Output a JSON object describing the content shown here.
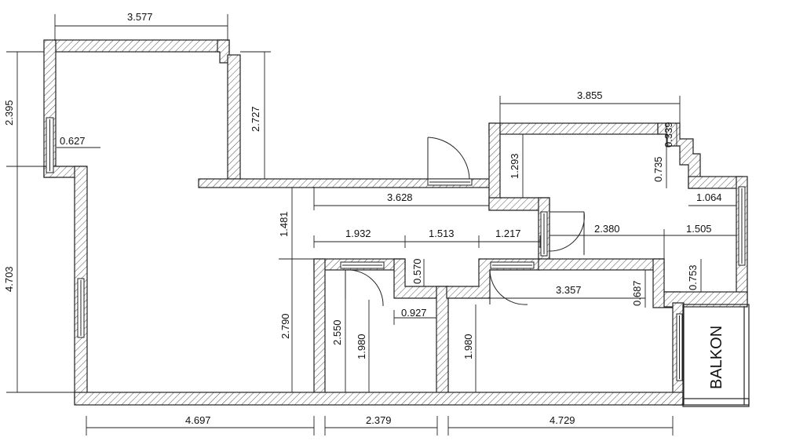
{
  "plan": {
    "room_label": "BALKON",
    "dimensions": {
      "top_width": "3.577",
      "left_upper": "2.395",
      "sill": "0.627",
      "left_lower": "4.703",
      "shaft_height": "2.727",
      "right_top": "3.855",
      "stair_h": "1.293",
      "small_a": "0.735",
      "small_b": "0.339",
      "corridor": "3.628",
      "gap_v": "1.481",
      "right_mid": "1.064",
      "door_gap": "2.380",
      "seg_1": "1.932",
      "seg_2": "1.513",
      "seg_3": "1.217",
      "seg_4": "1.505",
      "niche_h": "0.570",
      "niche_w": "0.927",
      "bath_h": "0.753",
      "step_h": "0.687",
      "kitchen_w": "3.357",
      "room_h": "2.790",
      "wc_h": "2.550",
      "door_h_1": "1.980",
      "door_h_2": "1.980",
      "bottom_1": "4.697",
      "bottom_2": "2.379",
      "bottom_3": "4.729"
    }
  }
}
